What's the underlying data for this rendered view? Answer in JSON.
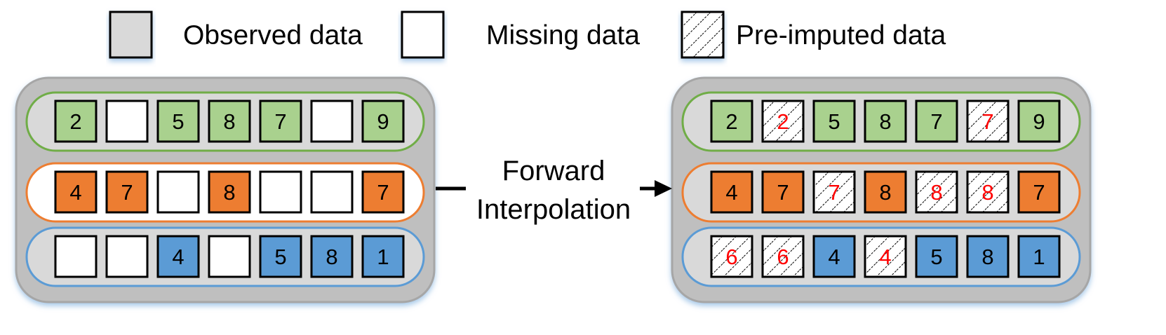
{
  "legend": {
    "observed": "Observed data",
    "missing": "Missing data",
    "preimputed": "Pre-imputed data"
  },
  "method": {
    "line1": "Forward",
    "line2": "Interpolation"
  },
  "colors": {
    "row_green": "#a9d18e",
    "row_orange": "#ed7d31",
    "row_blue": "#5b9bd5",
    "border_green": "#70ad47",
    "border_orange": "#ed7d31",
    "border_blue": "#5b9bd5",
    "panel": "#bfbfbf",
    "row_fill": "#d9d9d9",
    "observed_swatch": "#d9d9d9",
    "imputed_text": "#ff0000"
  },
  "before": {
    "rows": [
      {
        "color": "green",
        "cells": [
          {
            "t": "obs",
            "v": "2"
          },
          {
            "t": "miss",
            "v": ""
          },
          {
            "t": "obs",
            "v": "5"
          },
          {
            "t": "obs",
            "v": "8"
          },
          {
            "t": "obs",
            "v": "7"
          },
          {
            "t": "miss",
            "v": ""
          },
          {
            "t": "obs",
            "v": "9"
          }
        ]
      },
      {
        "color": "orange",
        "cells": [
          {
            "t": "obs",
            "v": "4"
          },
          {
            "t": "obs",
            "v": "7"
          },
          {
            "t": "miss",
            "v": ""
          },
          {
            "t": "obs",
            "v": "8"
          },
          {
            "t": "miss",
            "v": ""
          },
          {
            "t": "miss",
            "v": ""
          },
          {
            "t": "obs",
            "v": "7"
          }
        ]
      },
      {
        "color": "blue",
        "cells": [
          {
            "t": "miss",
            "v": ""
          },
          {
            "t": "miss",
            "v": ""
          },
          {
            "t": "obs",
            "v": "4"
          },
          {
            "t": "miss",
            "v": ""
          },
          {
            "t": "obs",
            "v": "5"
          },
          {
            "t": "obs",
            "v": "8"
          },
          {
            "t": "obs",
            "v": "1"
          }
        ]
      }
    ]
  },
  "after": {
    "rows": [
      {
        "color": "green",
        "cells": [
          {
            "t": "obs",
            "v": "2"
          },
          {
            "t": "imp",
            "v": "2"
          },
          {
            "t": "obs",
            "v": "5"
          },
          {
            "t": "obs",
            "v": "8"
          },
          {
            "t": "obs",
            "v": "7"
          },
          {
            "t": "imp",
            "v": "7"
          },
          {
            "t": "obs",
            "v": "9"
          }
        ]
      },
      {
        "color": "orange",
        "cells": [
          {
            "t": "obs",
            "v": "4"
          },
          {
            "t": "obs",
            "v": "7"
          },
          {
            "t": "imp",
            "v": "7"
          },
          {
            "t": "obs",
            "v": "8"
          },
          {
            "t": "imp",
            "v": "8"
          },
          {
            "t": "imp",
            "v": "8"
          },
          {
            "t": "obs",
            "v": "7"
          }
        ]
      },
      {
        "color": "blue",
        "cells": [
          {
            "t": "imp",
            "v": "6"
          },
          {
            "t": "imp",
            "v": "6"
          },
          {
            "t": "obs",
            "v": "4"
          },
          {
            "t": "imp",
            "v": "4"
          },
          {
            "t": "obs",
            "v": "5"
          },
          {
            "t": "obs",
            "v": "8"
          },
          {
            "t": "obs",
            "v": "1"
          }
        ]
      }
    ]
  }
}
